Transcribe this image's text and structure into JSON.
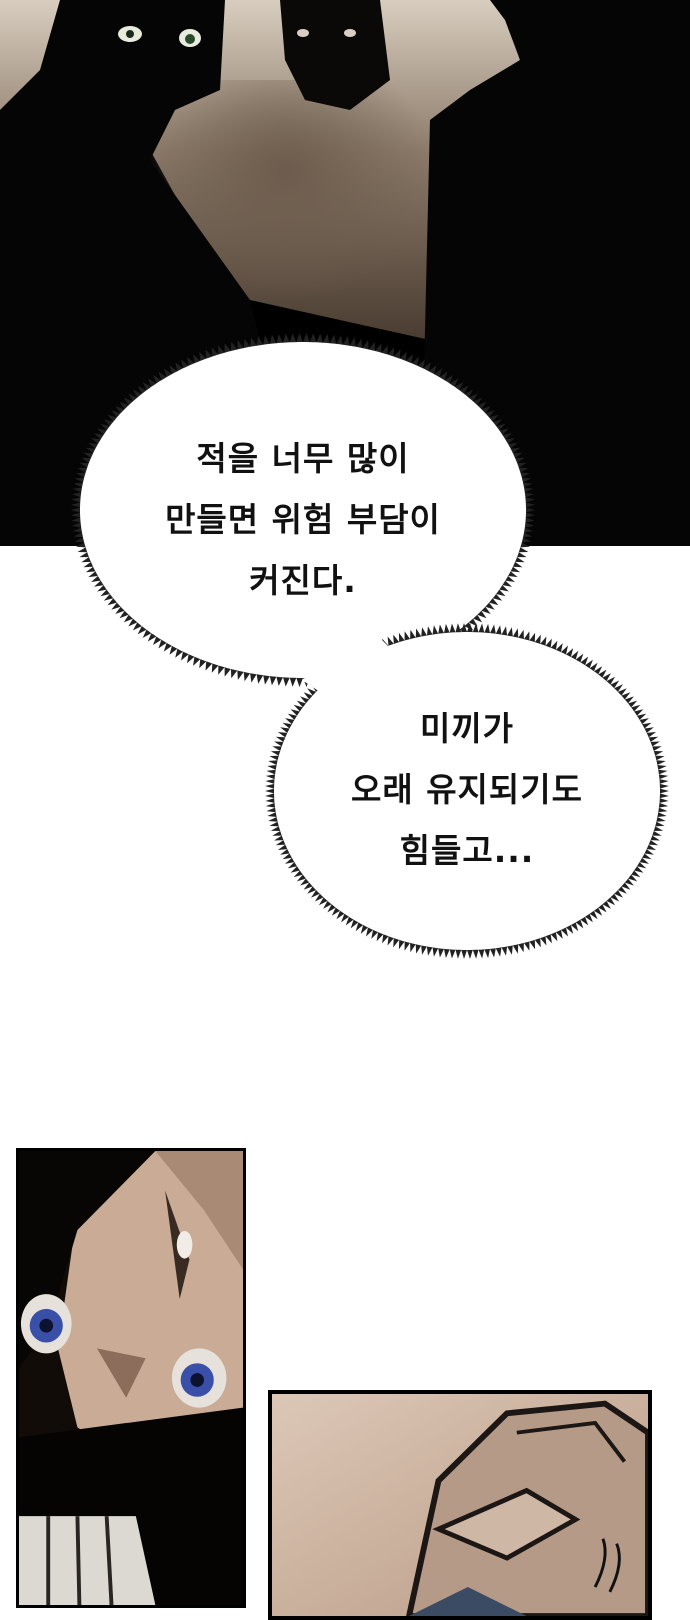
{
  "bubbles": {
    "first": {
      "lines": [
        "적을 너무 많이",
        "만들면 위험 부담이",
        "커진다."
      ]
    },
    "second": {
      "lines": [
        "미끼가",
        "오래 유지되기도",
        "힘들고..."
      ]
    }
  },
  "colors": {
    "ink": "#000000",
    "paper": "#ffffff",
    "sepia_light": "#d8cdbf",
    "sepia_dark": "#4a3c31",
    "skin": "#c9ab96",
    "eye_blue": "#3a4fa8"
  },
  "icons": {
    "sound_effect": "motion-lines-icon"
  }
}
